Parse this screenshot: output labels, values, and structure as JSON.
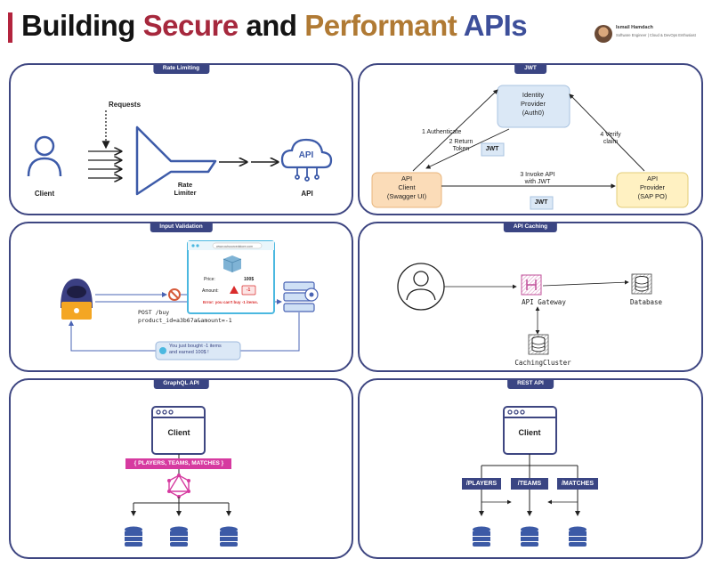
{
  "header": {
    "title_part1": "Building",
    "title_part2": "Secure",
    "title_part3": "and",
    "title_part4": "Performant",
    "title_part5": "APIs",
    "author_name": "Ismail Hamdach",
    "author_role": "Software Engineer | Cloud & DevOps Enthusiast"
  },
  "rate_limiting": {
    "label": "Rate Limiting",
    "requests": "Requests",
    "client": "Client",
    "limiter": "Rate\nLimiter",
    "api_icon": "API",
    "api": "API"
  },
  "jwt": {
    "label": "JWT",
    "identity_provider": "Identity\nProvider\n(Auth0)",
    "api_client": "API\nClient\n(Swagger UI)",
    "api_provider": "API\nProvider\n(SAP PO)",
    "step1": "1 Authenticate",
    "step2": "2 Return\nToken",
    "step3": "3 Invoke API\nwith JWT",
    "step4": "4 Verify\nclaim",
    "badge1": "JWT",
    "badge2": "JWT"
  },
  "input_validation": {
    "label": "Input Validation",
    "url": "www.outsourcedstore.com",
    "price_label": "Price:",
    "price_value": "100$",
    "amount_label": "Amount:",
    "amount_value": "-1",
    "error": "Error: you can't buy -1 items.",
    "request_line1": "POST /buy",
    "request_line2": "product_id=a3b67a&amount=-1",
    "response": "You just bought -1 items\nand earned 100$ !"
  },
  "api_caching": {
    "label": "API Caching",
    "gateway": "API Gateway",
    "database": "Database",
    "cache": "CachingCluster"
  },
  "graphql": {
    "label": "GraphQL API",
    "client": "Client",
    "query": "{ PLAYERS, TEAMS, MATCHES }"
  },
  "rest": {
    "label": "REST API",
    "client": "Client",
    "endpoint1": "/PLAYERS",
    "endpoint2": "/TEAMS",
    "endpoint3": "/MATCHES"
  },
  "colors": {
    "panel_border": "#3e4681",
    "label_bg": "#3a4583",
    "accent_blue": "#4a64b4",
    "graphql_pink": "#d63aa0",
    "error_red": "#d92b2b"
  }
}
